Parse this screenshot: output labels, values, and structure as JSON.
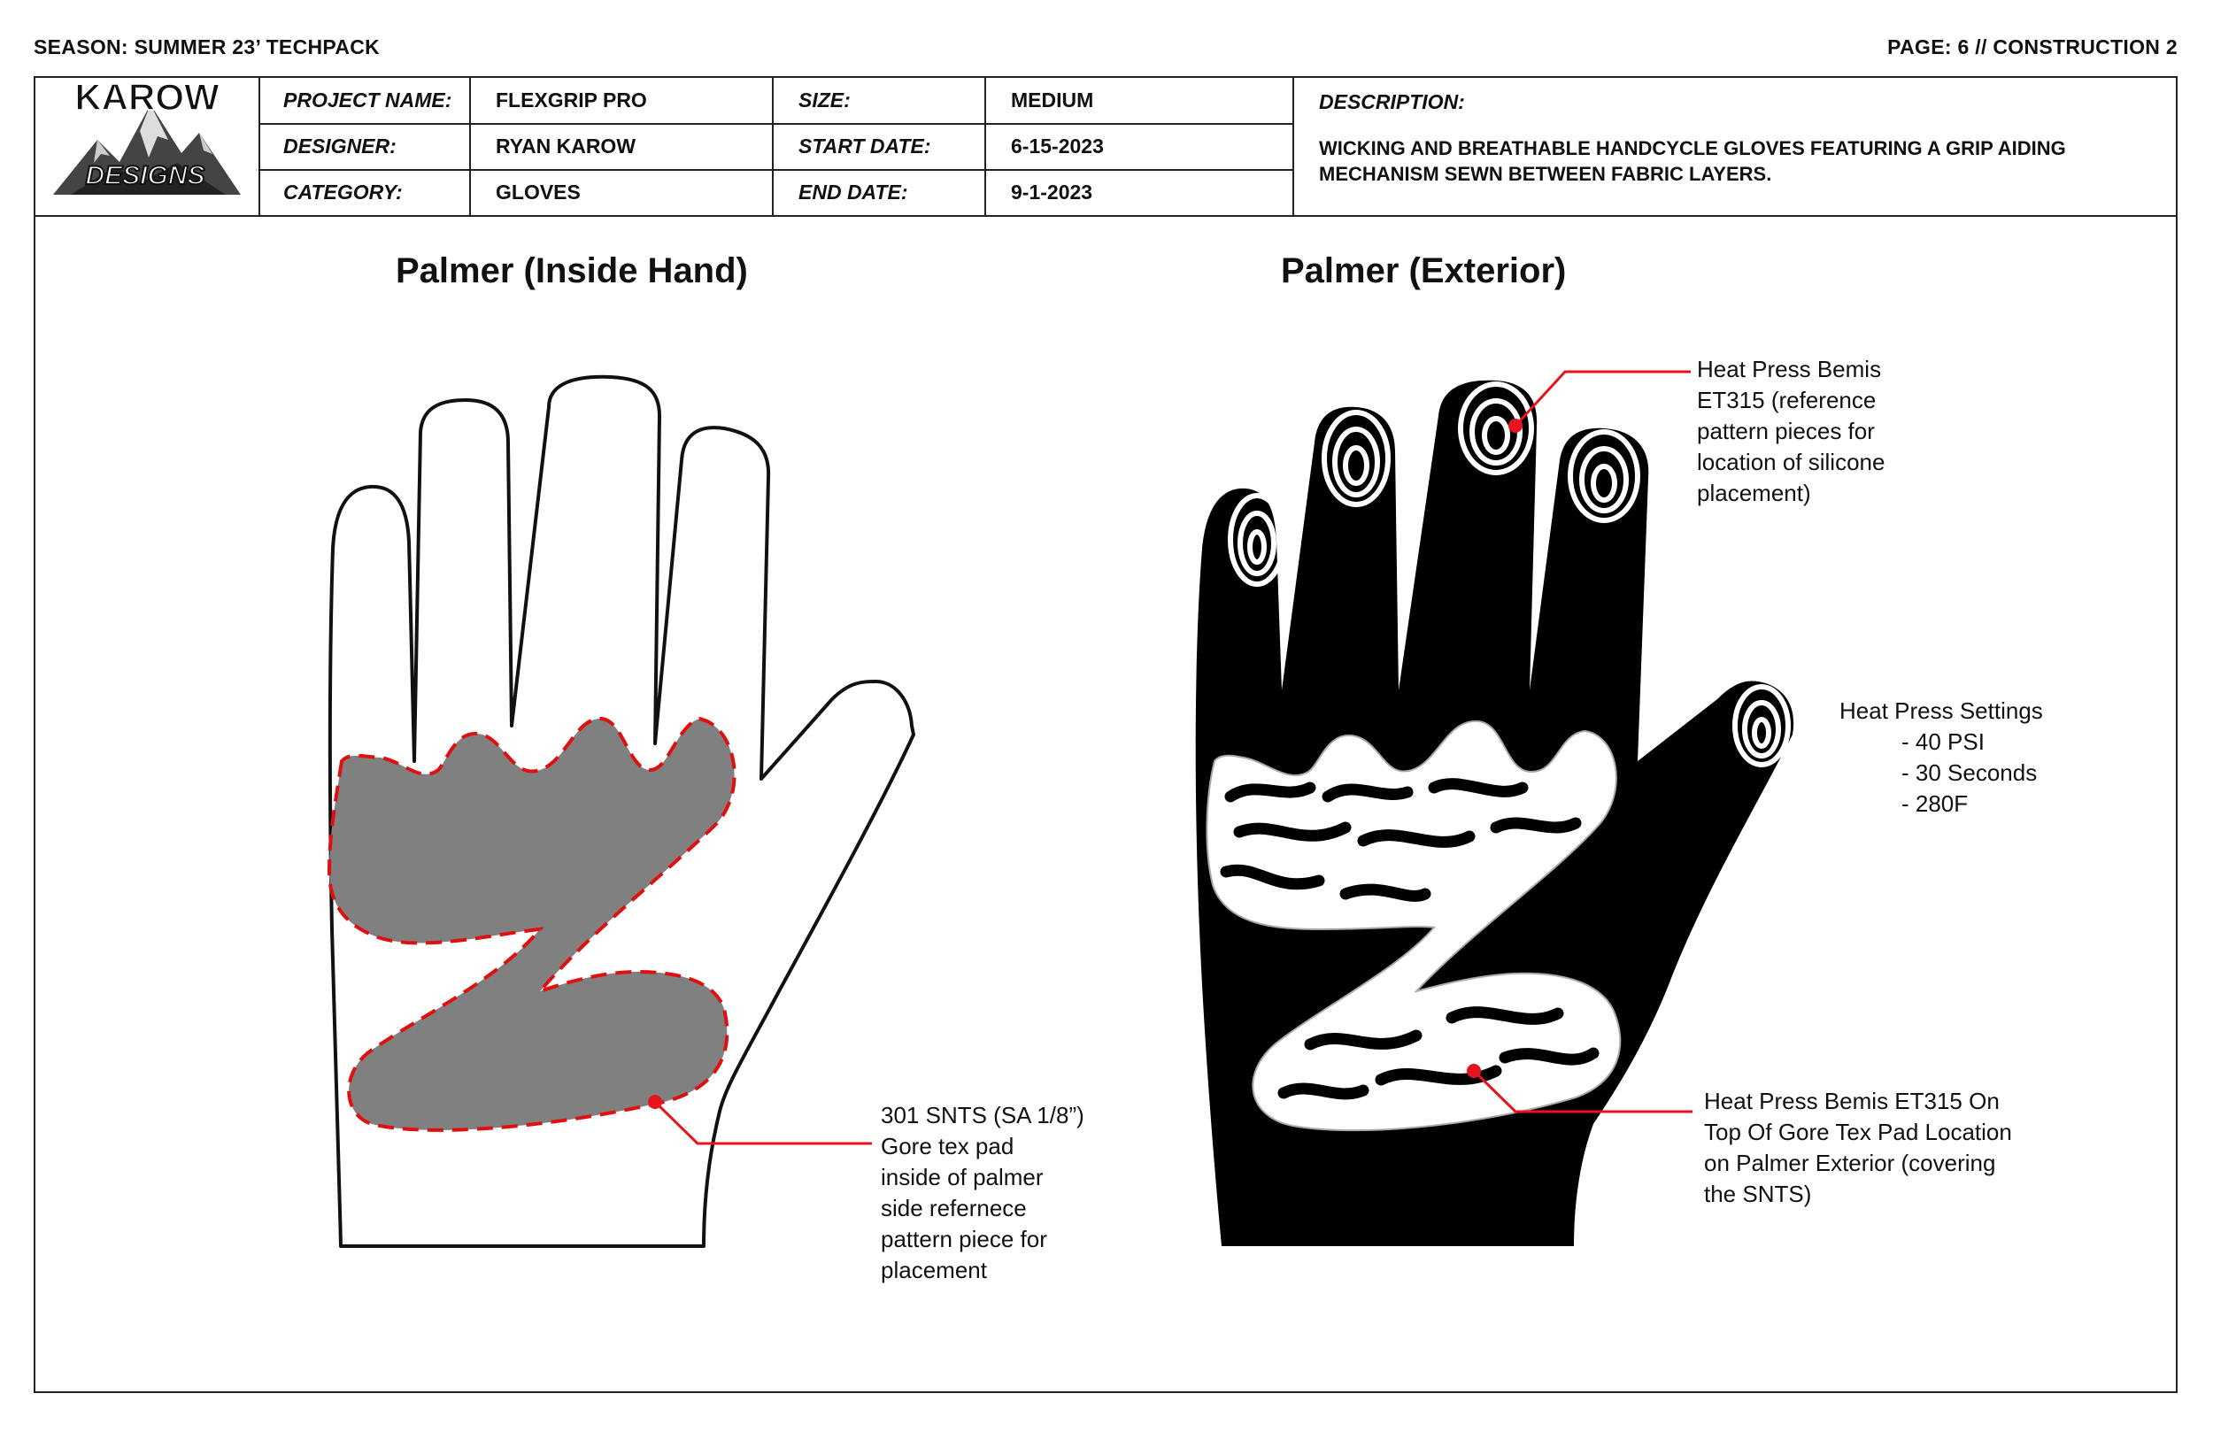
{
  "page": {
    "season": "SEASON: SUMMER 23’  TECHPACK",
    "page_label": "PAGE: 6 // CONSTRUCTION 2"
  },
  "logo": {
    "line1": "KAROW",
    "line2": "DESIGNS"
  },
  "header": {
    "project_name_label": "PROJECT NAME:",
    "project_name": "FLEXGRIP PRO",
    "size_label": "SIZE:",
    "size": "MEDIUM",
    "designer_label": "DESIGNER:",
    "designer": "RYAN KAROW",
    "start_date_label": "START DATE:",
    "start_date": "6-15-2023",
    "category_label": "CATEGORY:",
    "category": "GLOVES",
    "end_date_label": "END DATE:",
    "end_date": "9-1-2023",
    "description_label": "DESCRIPTION:",
    "description": "WICKING AND BREATHABLE HANDCYCLE GLOVES FEATURING A GRIP AIDING MECHANISM SEWN BETWEEN FABRIC LAYERS."
  },
  "views": {
    "inside_title": "Palmer (Inside Hand)",
    "exterior_title": "Palmer (Exterior)"
  },
  "notes": {
    "snts": "301 SNTS (SA 1/8”)\nGore tex pad\ninside of palmer\nside refernece\npattern piece for\nplacement",
    "bemis_fingertips": "Heat Press Bemis\nET315 (reference\npattern pieces for\nlocation of silicone\nplacement)",
    "heat_press_settings_title": "Heat Press Settings",
    "heat_press_settings": "- 40 PSI\n- 30 Seconds\n- 280F",
    "bemis_pad": "Heat Press Bemis ET315 On\nTop Of Gore Tex Pad Location\non Palmer Exterior (covering\nthe SNTS)"
  },
  "colors": {
    "outline": "#111111",
    "pad_gray": "#808080",
    "stitch_red": "#e01010",
    "leader_red": "#e8141c",
    "glove_black": "#000000"
  }
}
